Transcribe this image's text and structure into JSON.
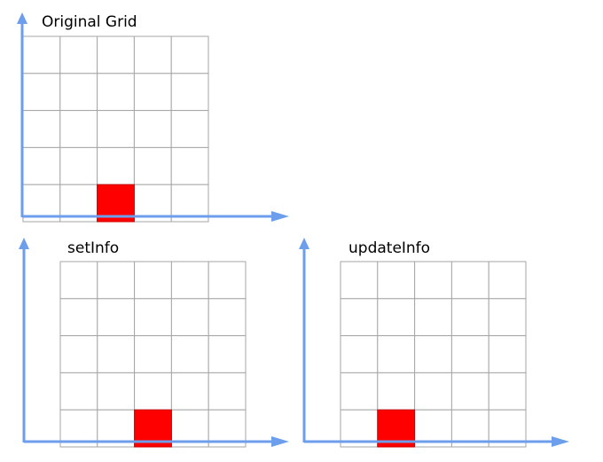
{
  "panels": [
    {
      "id": "original",
      "title": "Original Grid",
      "rows": 5,
      "cols": 5,
      "highlight": {
        "row": 5,
        "col": 3
      }
    },
    {
      "id": "setinfo",
      "title": "setInfo",
      "rows": 5,
      "cols": 5,
      "highlight": {
        "row": 5,
        "col": 3
      }
    },
    {
      "id": "updateinfo",
      "title": "updateInfo",
      "rows": 5,
      "cols": 5,
      "highlight": {
        "row": 5,
        "col": 2
      }
    }
  ],
  "colors": {
    "axis": "#6d9eeb",
    "grid_line": "#a6a6a6",
    "highlight": "#ff0000",
    "highlight_border": "#cc0000",
    "background": "#ffffff"
  }
}
